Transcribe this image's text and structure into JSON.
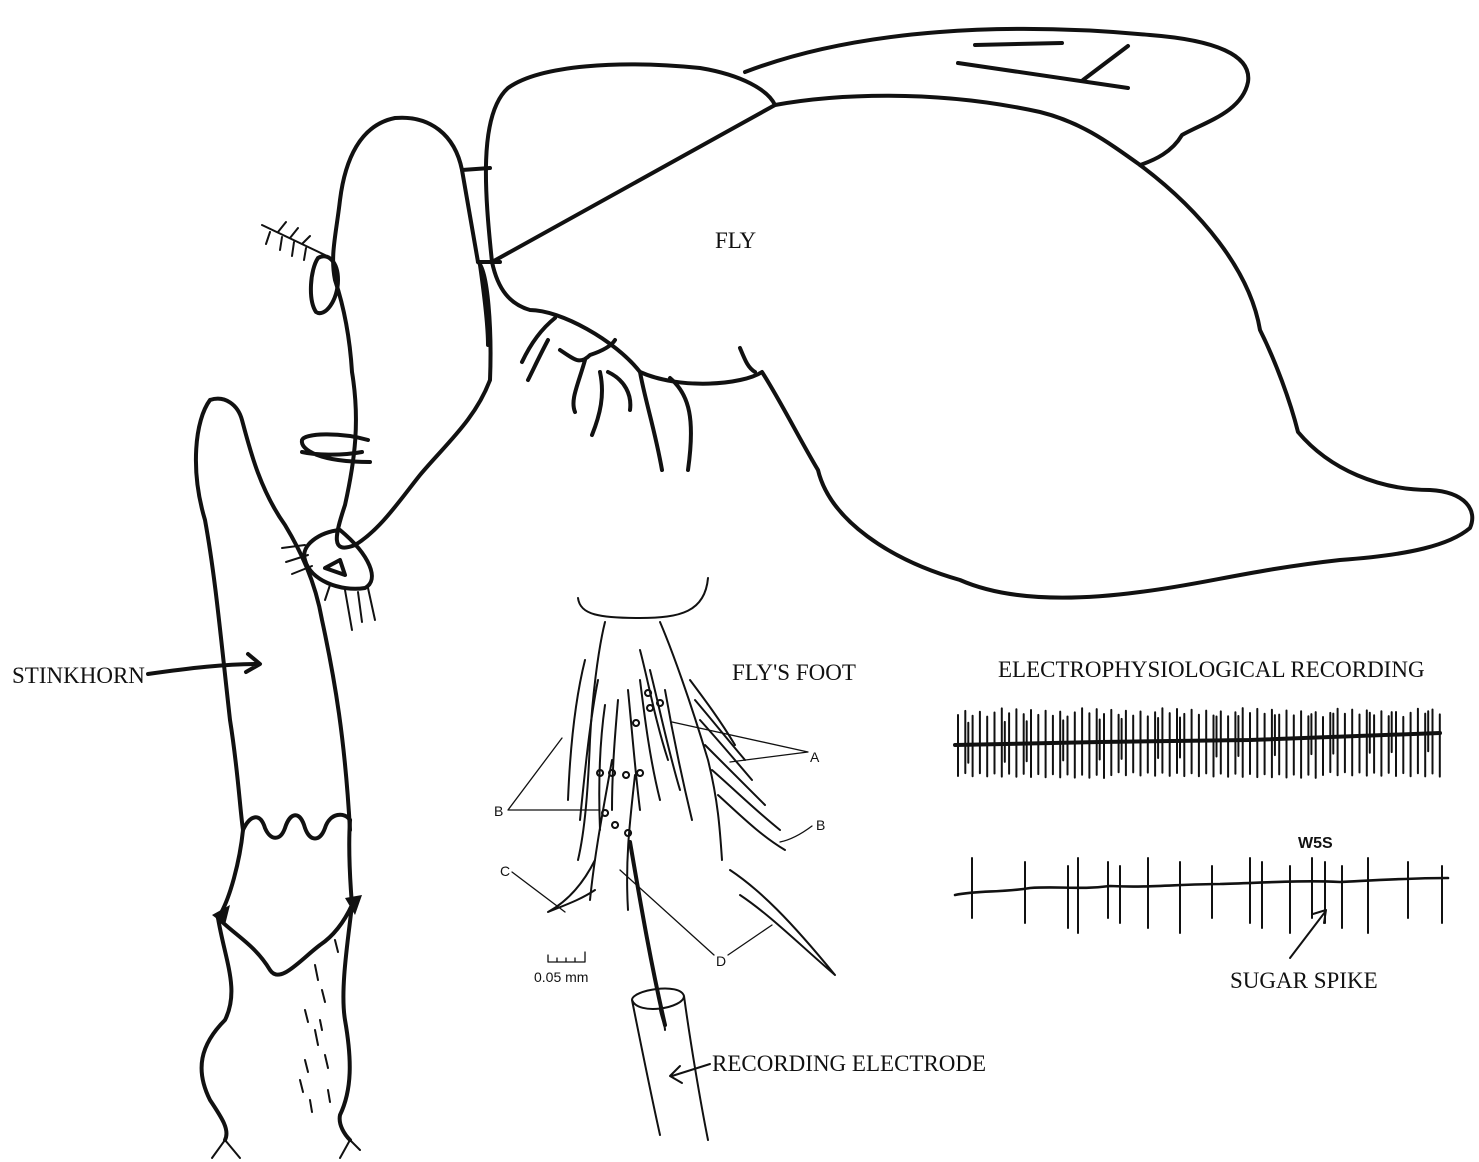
{
  "labels": {
    "fly": "FLY",
    "stinkhorn": "STINKHORN",
    "flys_foot": "FLY'S FOOT",
    "electrophysiological_recording": "ELECTROPHYSIOLOGICAL RECORDING",
    "sugar_spike": "SUGAR SPIKE",
    "recording_electrode": "RECORDING ELECTRODE",
    "w5s": "W5S",
    "scale_bar": "0.05 mm"
  },
  "foot_hair_labels": {
    "a": "A",
    "b_left": "B",
    "b_right": "B",
    "c": "C",
    "d": "D"
  }
}
